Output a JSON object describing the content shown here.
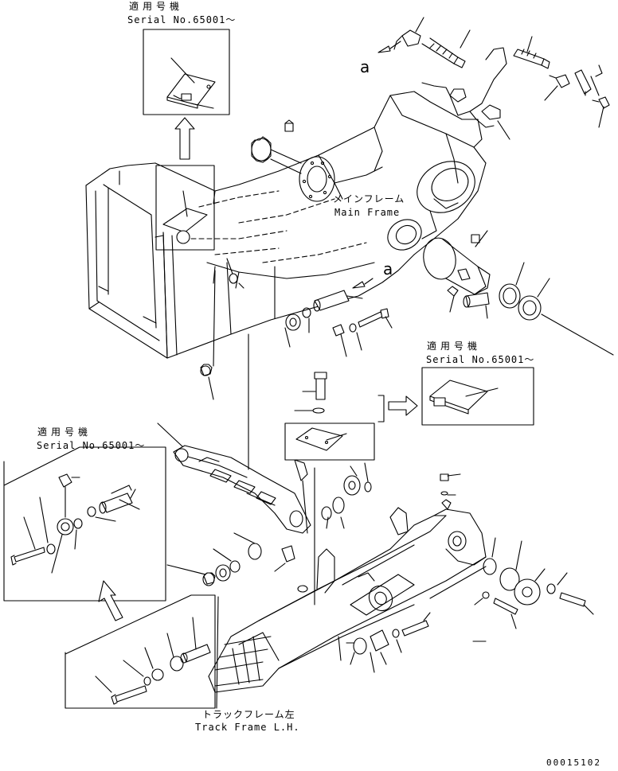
{
  "inset_labels": {
    "top": {
      "applicability": "適用号機",
      "serial": "Serial No.65001～"
    },
    "right": {
      "applicability": "適用号機",
      "serial": "Serial No.65001～"
    },
    "left": {
      "applicability": "適用号機",
      "serial": "Serial No.65001～"
    }
  },
  "component_labels": {
    "main_frame_jp": "メインフレーム",
    "main_frame_en": "Main Frame",
    "track_frame_jp": "トラックフレーム左",
    "track_frame_en": "Track Frame L.H."
  },
  "reference_letters": {
    "upper": "a",
    "lower": "a"
  },
  "drawing_number": "00015102"
}
